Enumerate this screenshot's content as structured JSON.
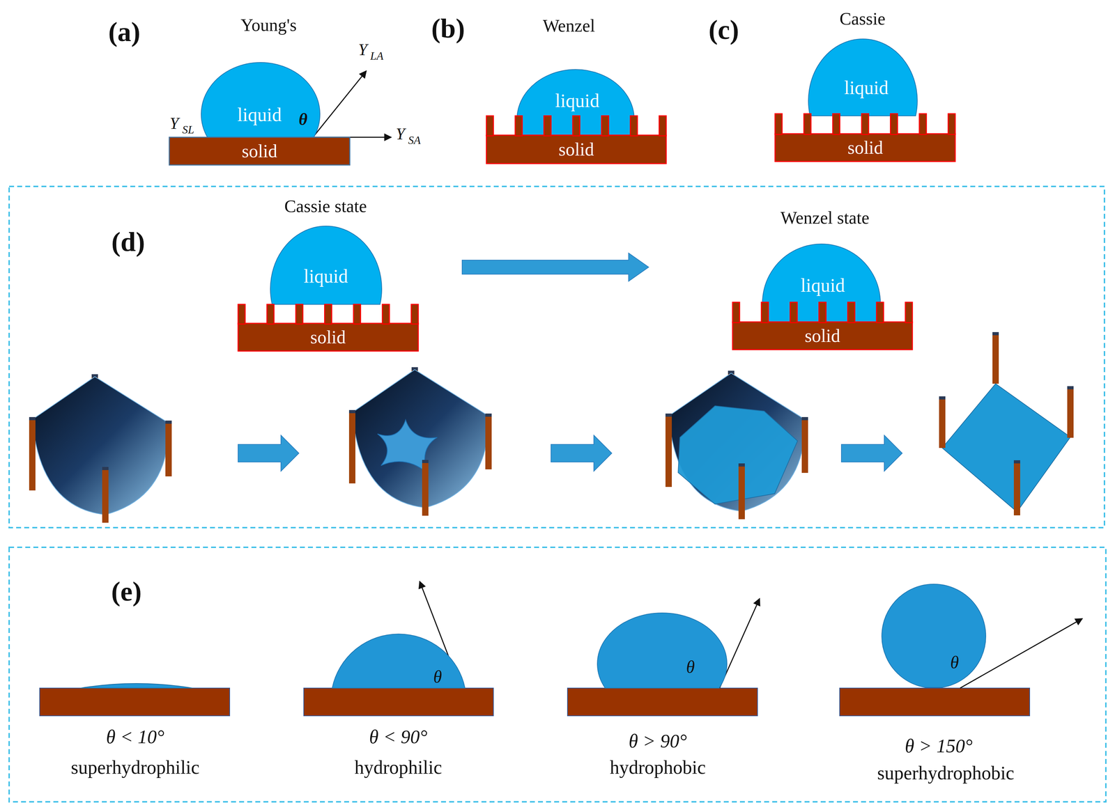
{
  "diagram": {
    "nodes": [
      {
        "text": [
          "liquid",
          "θ"
        ]
      },
      {
        "text": [
          "solid"
        ]
      },
      {
        "text": [
          "liquid"
        ]
      },
      {
        "text": [
          "solid"
        ]
      },
      {
        "text": [
          "liquid"
        ]
      },
      {
        "text": [
          "solid"
        ]
      },
      {
        "text": [
          "liquid"
        ]
      },
      {
        "text": [
          "solid"
        ]
      },
      {
        "text": [
          "liquid"
        ]
      },
      {
        "text": [
          "solid"
        ]
      },
      {
        "text": [
          "θ"
        ]
      },
      {
        "text": [
          "θ"
        ]
      },
      {
        "text": [
          "θ"
        ]
      }
    ],
    "labels": [
      "(a)",
      "Young's",
      "Y",
      "LA",
      "Y",
      "SL",
      "Y",
      "SA",
      "(b)",
      "Wenzel",
      "(c)",
      "Cassie",
      "(d)",
      "Cassie state",
      "Wenzel state",
      "(e)",
      "θ < 10°",
      "superhydrophilic",
      "θ < 90°",
      "hydrophilic",
      "θ > 90°",
      "hydrophobic",
      "θ > 150°",
      "superhydrophobic"
    ]
  }
}
